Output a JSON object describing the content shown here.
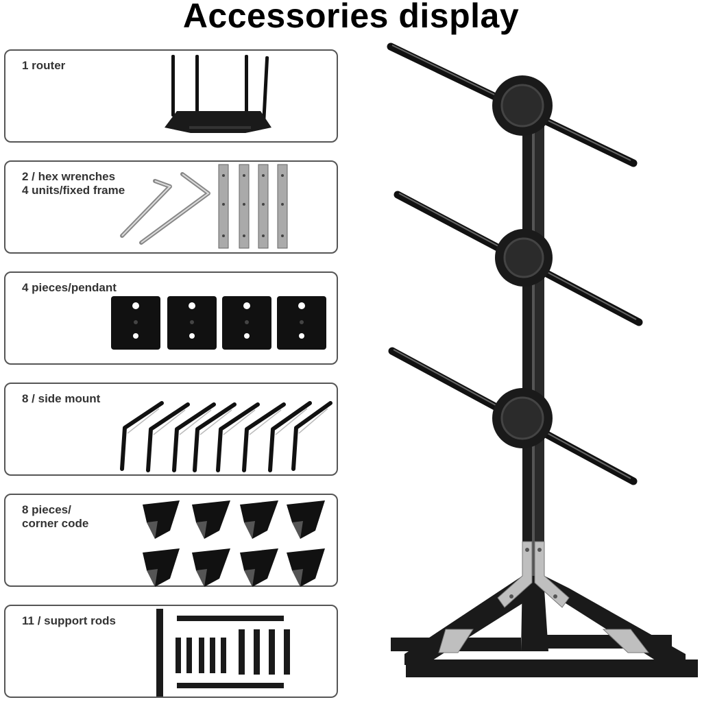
{
  "title": "Accessories display",
  "items": [
    {
      "label": "1 router",
      "icon": "router-icon"
    },
    {
      "label": "2 / hex wrenches\n4 units/fixed frame",
      "icon": "hex-wrench-icon"
    },
    {
      "label": "4 pieces/pendant",
      "icon": "pendant-plate-icon"
    },
    {
      "label": "8 / side mount",
      "icon": "side-mount-bracket-icon"
    },
    {
      "label": "8 pieces/\ncorner code",
      "icon": "corner-code-icon"
    },
    {
      "label": "11 / support rods",
      "icon": "support-rod-icon"
    }
  ],
  "product_image": "hologram-fan-stand-icon"
}
